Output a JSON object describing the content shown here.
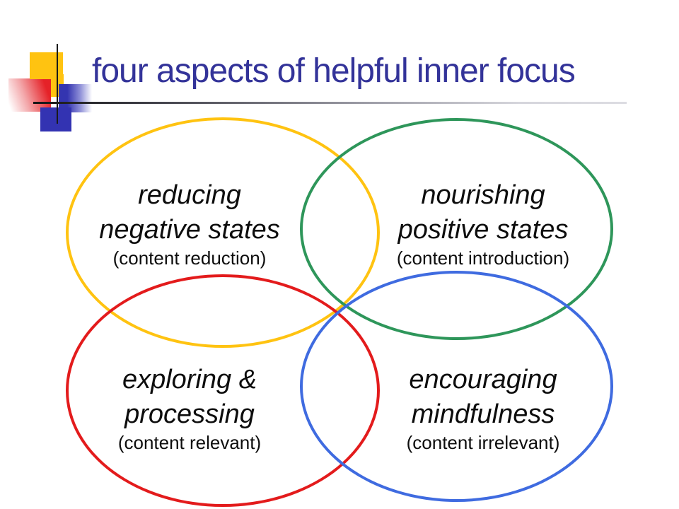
{
  "slide": {
    "title": "four aspects of helpful inner focus"
  },
  "colors": {
    "title": "#333399",
    "yellow": "#FFC311",
    "green": "#2E965A",
    "red": "#E31B1C",
    "blue": "#3F6BE0",
    "navy_square": "#3333B2",
    "label_text": "#0d0d0d"
  },
  "venn": {
    "top_left": {
      "line1": "reducing",
      "line2": "negative states",
      "sub": "(content reduction)"
    },
    "top_right": {
      "line1": "nourishing",
      "line2": "positive states",
      "sub": "(content introduction)"
    },
    "bottom_left": {
      "line1": "exploring &",
      "line2": "processing",
      "sub": "(content relevant)"
    },
    "bottom_right": {
      "line1": "encouraging",
      "line2": "mindfulness",
      "sub": "(content irrelevant)"
    }
  }
}
